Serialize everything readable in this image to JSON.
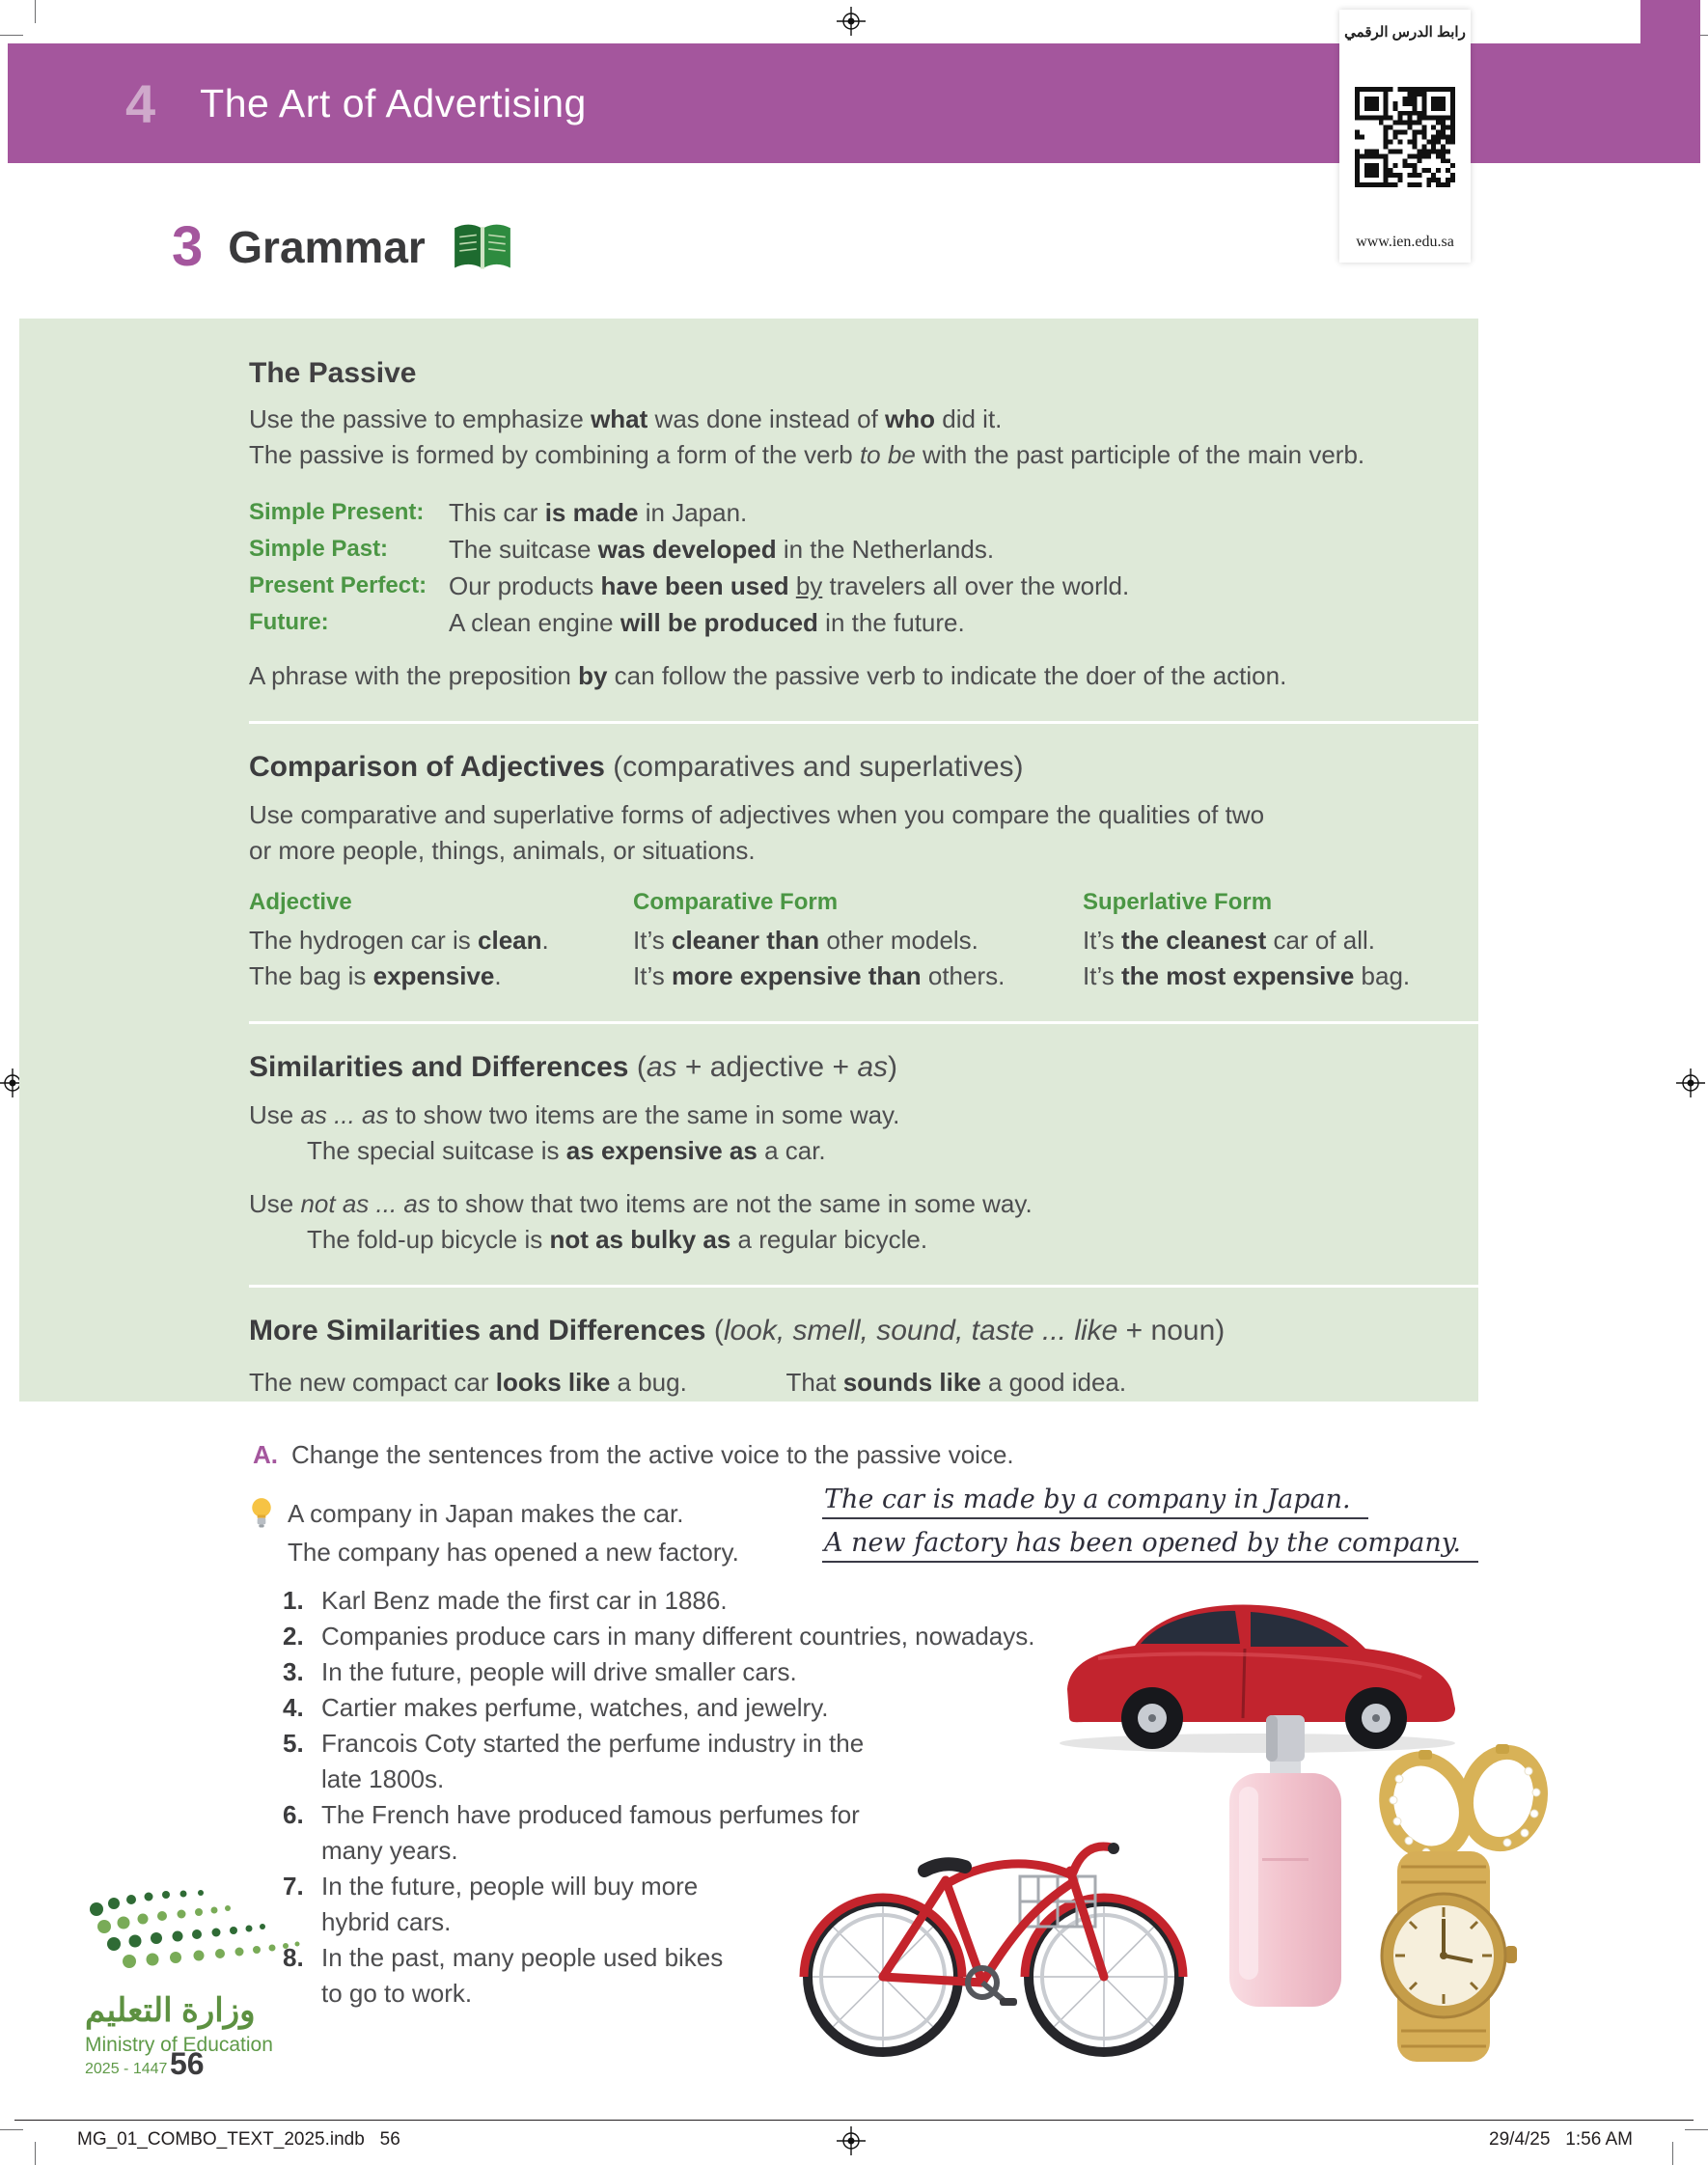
{
  "header": {
    "unit_number": "4",
    "unit_title": "The Art of Advertising",
    "qr_label": "رابط الدرس الرقمي",
    "qr_url": "www.ien.edu.sa"
  },
  "section": {
    "number": "3",
    "title": "Grammar"
  },
  "grammar_panel": {
    "passive": {
      "heading": "The Passive",
      "intro_line1": [
        {
          "t": "Use the passive to emphasize "
        },
        {
          "t": "what",
          "s": "b"
        },
        {
          "t": " was done instead of "
        },
        {
          "t": "who",
          "s": "b"
        },
        {
          "t": " did it."
        }
      ],
      "intro_line2": [
        {
          "t": "The passive is formed by combining a form of the verb "
        },
        {
          "t": "to be",
          "s": "i"
        },
        {
          "t": " with the past participle of the main verb."
        }
      ],
      "tenses": [
        {
          "label": "Simple Present:",
          "sentence": [
            {
              "t": "This car "
            },
            {
              "t": "is made",
              "s": "b"
            },
            {
              "t": " in Japan."
            }
          ]
        },
        {
          "label": "Simple Past:",
          "sentence": [
            {
              "t": "The suitcase "
            },
            {
              "t": "was developed",
              "s": "b"
            },
            {
              "t": " in the Netherlands."
            }
          ]
        },
        {
          "label": "Present Perfect:",
          "sentence": [
            {
              "t": "Our products "
            },
            {
              "t": "have been used",
              "s": "b"
            },
            {
              "t": " "
            },
            {
              "t": "by",
              "s": "u"
            },
            {
              "t": " travelers all over the world."
            }
          ]
        },
        {
          "label": "Future:",
          "sentence": [
            {
              "t": "A clean engine "
            },
            {
              "t": "will be produced",
              "s": "b"
            },
            {
              "t": " in the future."
            }
          ]
        }
      ],
      "note": [
        {
          "t": "A phrase with the preposition "
        },
        {
          "t": "by",
          "s": "b"
        },
        {
          "t": " can follow the passive verb to indicate the doer of the action."
        }
      ]
    },
    "comparison": {
      "heading": [
        {
          "t": "Comparison of Adjectives",
          "s": "b"
        },
        {
          "t": " (comparatives and superlatives)"
        }
      ],
      "intro_line1": "Use comparative and superlative forms of adjectives when you compare the qualities of two",
      "intro_line2": "or more people, things, animals, or situations.",
      "columns": [
        {
          "header": "Adjective",
          "rows": [
            [
              {
                "t": "The hydrogen car is "
              },
              {
                "t": "clean",
                "s": "b"
              },
              {
                "t": "."
              }
            ],
            [
              {
                "t": "The bag is "
              },
              {
                "t": "expensive",
                "s": "b"
              },
              {
                "t": "."
              }
            ]
          ]
        },
        {
          "header": "Comparative Form",
          "rows": [
            [
              {
                "t": "It’s "
              },
              {
                "t": "cleaner than",
                "s": "b"
              },
              {
                "t": " other models."
              }
            ],
            [
              {
                "t": "It’s "
              },
              {
                "t": "more expensive than",
                "s": "b"
              },
              {
                "t": " others."
              }
            ]
          ]
        },
        {
          "header": "Superlative Form",
          "rows": [
            [
              {
                "t": "It’s "
              },
              {
                "t": "the cleanest",
                "s": "b"
              },
              {
                "t": " car of all."
              }
            ],
            [
              {
                "t": "It’s "
              },
              {
                "t": "the most expensive",
                "s": "b"
              },
              {
                "t": " bag."
              }
            ]
          ]
        }
      ]
    },
    "similarities": {
      "heading": [
        {
          "t": "Similarities and Differences",
          "s": "b"
        },
        {
          "t": " ("
        },
        {
          "t": "as",
          "s": "i"
        },
        {
          "t": " + adjective + "
        },
        {
          "t": "as",
          "s": "i"
        },
        {
          "t": ")"
        }
      ],
      "use1": [
        {
          "t": "Use "
        },
        {
          "t": "as ... as",
          "s": "i"
        },
        {
          "t": " to show two items are the same in some way."
        }
      ],
      "example1": [
        {
          "t": "The special suitcase is "
        },
        {
          "t": "as expensive as",
          "s": "b"
        },
        {
          "t": " a car."
        }
      ],
      "use2": [
        {
          "t": "Use "
        },
        {
          "t": "not as ... as",
          "s": "i"
        },
        {
          "t": " to show that two items are not the same in some way."
        }
      ],
      "example2": [
        {
          "t": "The fold-up bicycle is "
        },
        {
          "t": "not as bulky as",
          "s": "b"
        },
        {
          "t": " a regular bicycle."
        }
      ]
    },
    "more_similarities": {
      "heading": [
        {
          "t": "More Similarities and Differences",
          "s": "b"
        },
        {
          "t": " ("
        },
        {
          "t": "look, smell, sound, taste ... like",
          "s": "i"
        },
        {
          "t": " + noun)"
        }
      ],
      "example_left": [
        {
          "t": "The new compact car "
        },
        {
          "t": "looks like",
          "s": "b"
        },
        {
          "t": " a bug."
        }
      ],
      "example_right": [
        {
          "t": "That "
        },
        {
          "t": "sounds like",
          "s": "b"
        },
        {
          "t": " a good idea."
        }
      ]
    }
  },
  "exercise": {
    "letter": "A.",
    "instruction": "Change the sentences from the active voice to the passive voice.",
    "example_prompts": [
      "A company in Japan makes the car.",
      "The company has opened a new factory."
    ],
    "example_answers": [
      "The car is made by a company in Japan.",
      "A new factory has been opened by the company."
    ],
    "items": [
      {
        "num": "1.",
        "lines": [
          "Karl Benz made the first car in 1886."
        ]
      },
      {
        "num": "2.",
        "lines": [
          "Companies produce cars in many different countries, nowadays."
        ]
      },
      {
        "num": "3.",
        "lines": [
          "In the future, people will drive smaller cars."
        ]
      },
      {
        "num": "4.",
        "lines": [
          "Cartier makes perfume, watches, and jewelry."
        ]
      },
      {
        "num": "5.",
        "lines": [
          "Francois Coty started the perfume industry in the",
          "late 1800s."
        ]
      },
      {
        "num": "6.",
        "lines": [
          "The French have produced famous perfumes for",
          "many years."
        ]
      },
      {
        "num": "7.",
        "lines": [
          "In the future, people will buy more",
          "hybrid cars."
        ]
      },
      {
        "num": "8.",
        "lines": [
          "In the past, many people used bikes",
          "to go to work."
        ]
      }
    ]
  },
  "branding": {
    "logo_ar": "وزارة التعليم",
    "ministry": "Ministry of Education",
    "years": "2025 - 1447"
  },
  "page": {
    "number": "56",
    "footer_left": "MG_01_COMBO_TEXT_2025.indb   56",
    "footer_right": "29/4/25   1:56 AM"
  },
  "colors": {
    "band_purple": "#a4569d",
    "panel_green": "#dee9d8",
    "label_green": "#4b9644",
    "ministry_green": "#5f9a48",
    "car_red": "#c2242e"
  }
}
